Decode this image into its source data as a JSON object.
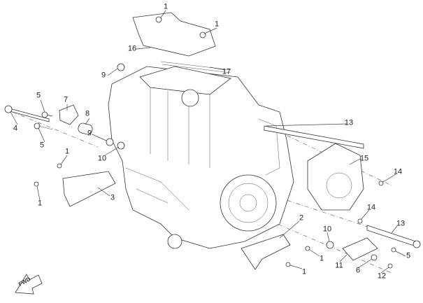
{
  "diagram": {
    "orientation_label": "FWD",
    "callouts": [
      "1",
      "1",
      "16",
      "17",
      "9",
      "5",
      "7",
      "8",
      "4",
      "5",
      "9",
      "10",
      "1",
      "13",
      "15",
      "14",
      "3",
      "1",
      "2",
      "14",
      "13",
      "10",
      "5",
      "1",
      "11",
      "6",
      "12",
      "1"
    ]
  }
}
